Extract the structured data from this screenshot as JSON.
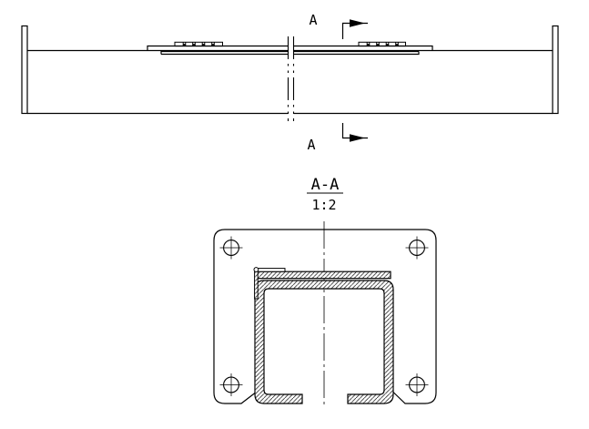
{
  "canvas": {
    "background_color": "#ffffff",
    "line_color": "#000000"
  },
  "side_view": {
    "cut_marker_top": {
      "letter": "A"
    },
    "cut_marker_bottom": {
      "letter": "A"
    }
  },
  "section_view": {
    "title": "A-A",
    "scale": "1:2"
  }
}
